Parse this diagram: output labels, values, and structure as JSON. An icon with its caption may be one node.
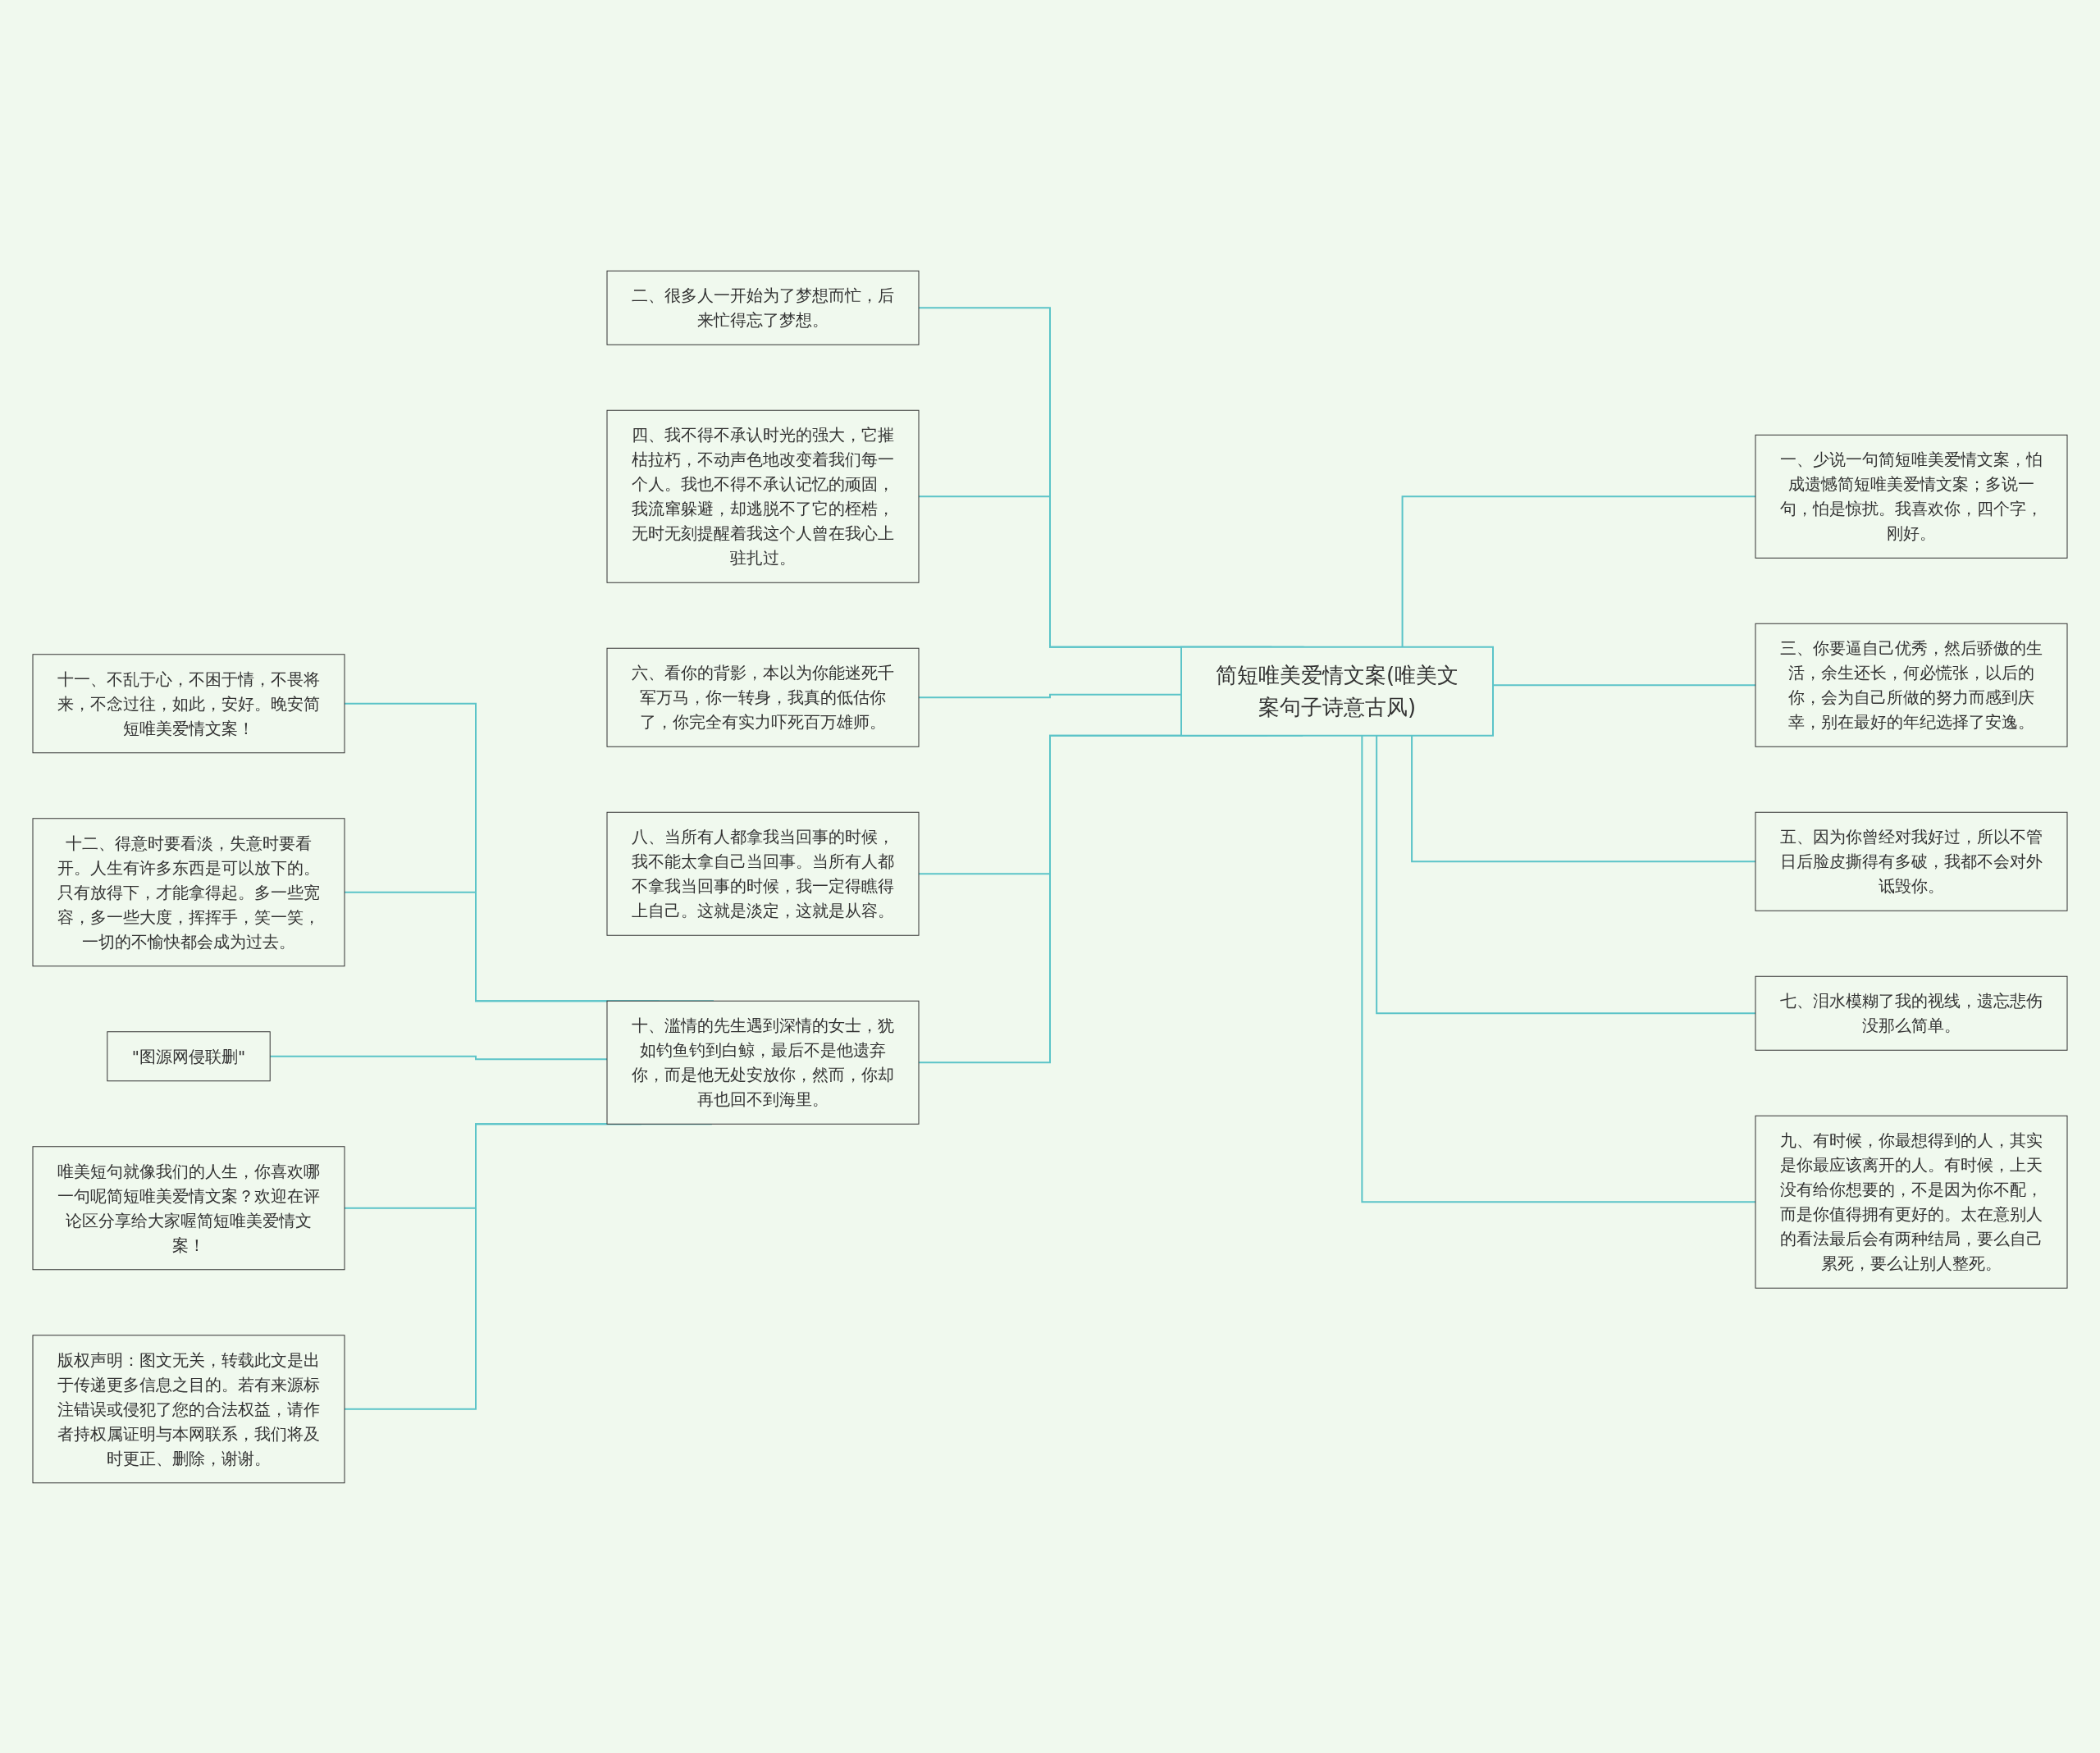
{
  "diagram": {
    "nodes": [
      {
        "text": [
          "简短唯美爱情文案(唯美文案句子诗意古风)"
        ]
      },
      {
        "text": [
          "二、很多人一开始为了梦想而忙，后来忙得忘了梦想。"
        ]
      },
      {
        "text": [
          "四、我不得不承认时光的强大，它摧枯拉朽，不动声色地改变着我们每一个人。我也不得不承认记忆的顽固，我流窜躲避，却逃脱不了它的桎梏，无时无刻提醒着我这个人曾在我心上驻扎过。"
        ]
      },
      {
        "text": [
          "六、看你的背影，本以为你能迷死千军万马，你一转身，我真的低估你了，你完全有实力吓死百万雄师。"
        ]
      },
      {
        "text": [
          "八、当所有人都拿我当回事的时候，我不能太拿自己当回事。当所有人都不拿我当回事的时候，我一定得瞧得上自己。这就是淡定，这就是从容。"
        ]
      },
      {
        "text": [
          "十、滥情的先生遇到深情的女士，犹如钓鱼钓到白鲸，最后不是他遗弃你，而是他无处安放你，然而，你却再也回不到海里。"
        ]
      },
      {
        "text": [
          "一、少说一句简短唯美爱情文案，怕成遗憾简短唯美爱情文案；多说一句，怕是惊扰。我喜欢你，四个字，刚好。"
        ]
      },
      {
        "text": [
          "三、你要逼自己优秀，然后骄傲的生活，余生还长，何必慌张，以后的你，会为自己所做的努力而感到庆幸，别在最好的年纪选择了安逸。"
        ]
      },
      {
        "text": [
          "五、因为你曾经对我好过，所以不管日后脸皮撕得有多破，我都不会对外诋毁你。"
        ]
      },
      {
        "text": [
          "七、泪水模糊了我的视线，遗忘悲伤没那么简单。"
        ]
      },
      {
        "text": [
          "九、有时候，你最想得到的人，其实是你最应该离开的人。有时候，上天没有给你想要的，不是因为你不配，而是你值得拥有更好的。太在意别人的看法最后会有两种结局，要么自己累死，要么让别人整死。"
        ]
      },
      {
        "text": [
          "十一、不乱于心，不困于情，不畏将来，不念过往，如此，安好。晚安简短唯美爱情文案！"
        ]
      },
      {
        "text": [
          "十二、得意时要看淡，失意时要看开。人生有许多东西是可以放下的。只有放得下，才能拿得起。多一些宽容，多一些大度，挥挥手，笑一笑，一切的不愉快都会成为过去。"
        ]
      },
      {
        "text": [
          "\"图源网侵联删\""
        ]
      },
      {
        "text": [
          "唯美短句就像我们的人生，你喜欢哪一句呢简短唯美爱情文案？欢迎在评论区分享给大家喔简短唯美爱情文案！"
        ]
      },
      {
        "text": [
          "版权声明：图文无关，转载此文是出于传递更多信息之目的。若有来源标注错误或侵犯了您的合法权益，请作者持权属证明与本网联系，我们将及时更正、删除，谢谢。"
        ]
      }
    ],
    "edges": [
      {
        "from": 0,
        "to": 1,
        "arrow": "none"
      },
      {
        "from": 0,
        "to": 2,
        "arrow": "none"
      },
      {
        "from": 0,
        "to": 3,
        "arrow": "none"
      },
      {
        "from": 0,
        "to": 4,
        "arrow": "none"
      },
      {
        "from": 0,
        "to": 5,
        "arrow": "none"
      },
      {
        "from": 0,
        "to": 6,
        "arrow": "none"
      },
      {
        "from": 0,
        "to": 7,
        "arrow": "none"
      },
      {
        "from": 0,
        "to": 8,
        "arrow": "none"
      },
      {
        "from": 0,
        "to": 9,
        "arrow": "none"
      },
      {
        "from": 0,
        "to": 10,
        "arrow": "none"
      },
      {
        "from": 5,
        "to": 11,
        "arrow": "none"
      },
      {
        "from": 5,
        "to": 12,
        "arrow": "none"
      },
      {
        "from": 5,
        "to": 13,
        "arrow": "none"
      },
      {
        "from": 5,
        "to": 14,
        "arrow": "none"
      },
      {
        "from": 5,
        "to": 15,
        "arrow": "none"
      }
    ]
  }
}
